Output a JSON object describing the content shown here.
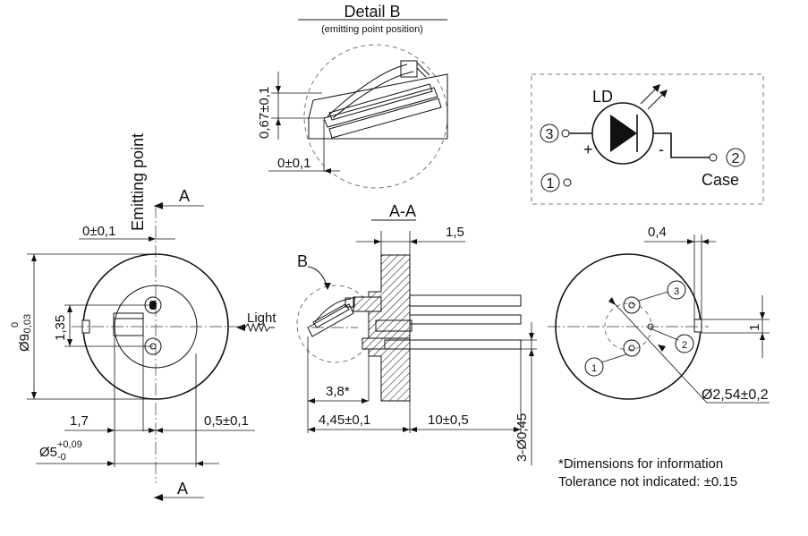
{
  "detail": {
    "title": "Detail B",
    "subtitle": "(emitting point position)",
    "dim_height": "0,67±0,1",
    "dim_offset": "0±0,1"
  },
  "section": {
    "title": "A-A",
    "callout_b": "B",
    "light": "Light",
    "dim_top": "1,5",
    "dim_38": "3,8*",
    "dim_445": "4,45±0,1",
    "dim_10": "10±0,5",
    "dim_pins": "3-Ø0,45"
  },
  "front": {
    "emitting_point": "Emitting point",
    "section_mark_top": "A",
    "section_mark_bottom": "A",
    "dim_0": "0±0,1",
    "dim_dia9": "Ø9",
    "dim_dia9_tol_upper": "0",
    "dim_dia9_tol_lower": "-0,03",
    "dim_135": "1,35",
    "dim_17": "1,7",
    "dim_05": "0,5±0,1",
    "dim_dia5": "Ø5",
    "dim_dia5_tol_upper": "+0,09",
    "dim_dia5_tol_lower": "-0"
  },
  "rear": {
    "dim_04": "0,4",
    "dim_1": "1",
    "dim_pcd": "Ø2,54±0,2",
    "pin1": "1",
    "pin2": "2",
    "pin3": "3"
  },
  "schematic": {
    "ld_label": "LD",
    "pin3": "3",
    "pin2": "2",
    "pin1": "1",
    "plus": "+",
    "minus": "-",
    "case": "Case"
  },
  "notes": {
    "line1": "*Dimensions for information",
    "line2": "Tolerance not indicated: ±0.15"
  }
}
